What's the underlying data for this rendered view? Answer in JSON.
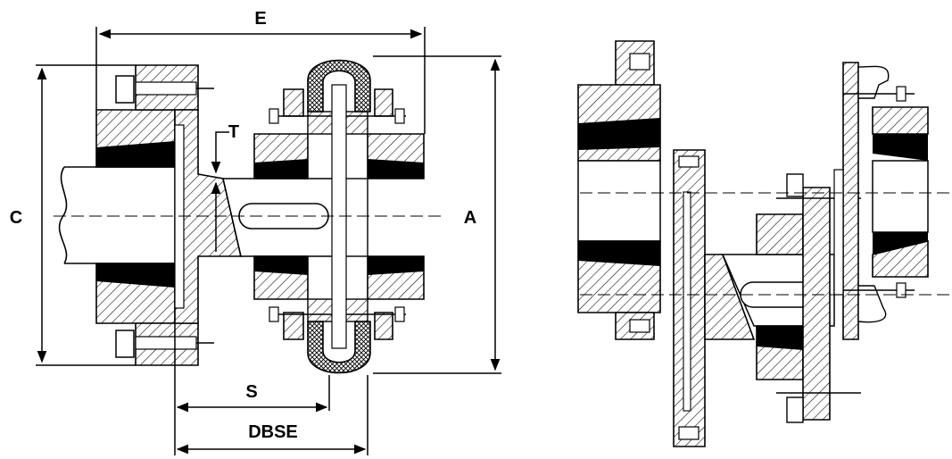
{
  "labels": {
    "E": "E",
    "C": "C",
    "A": "A",
    "T": "T",
    "S": "S",
    "DBSE": "DBSE"
  },
  "colors": {
    "line": "#000000",
    "taper_bush": "#000000",
    "background": "#ffffff"
  }
}
